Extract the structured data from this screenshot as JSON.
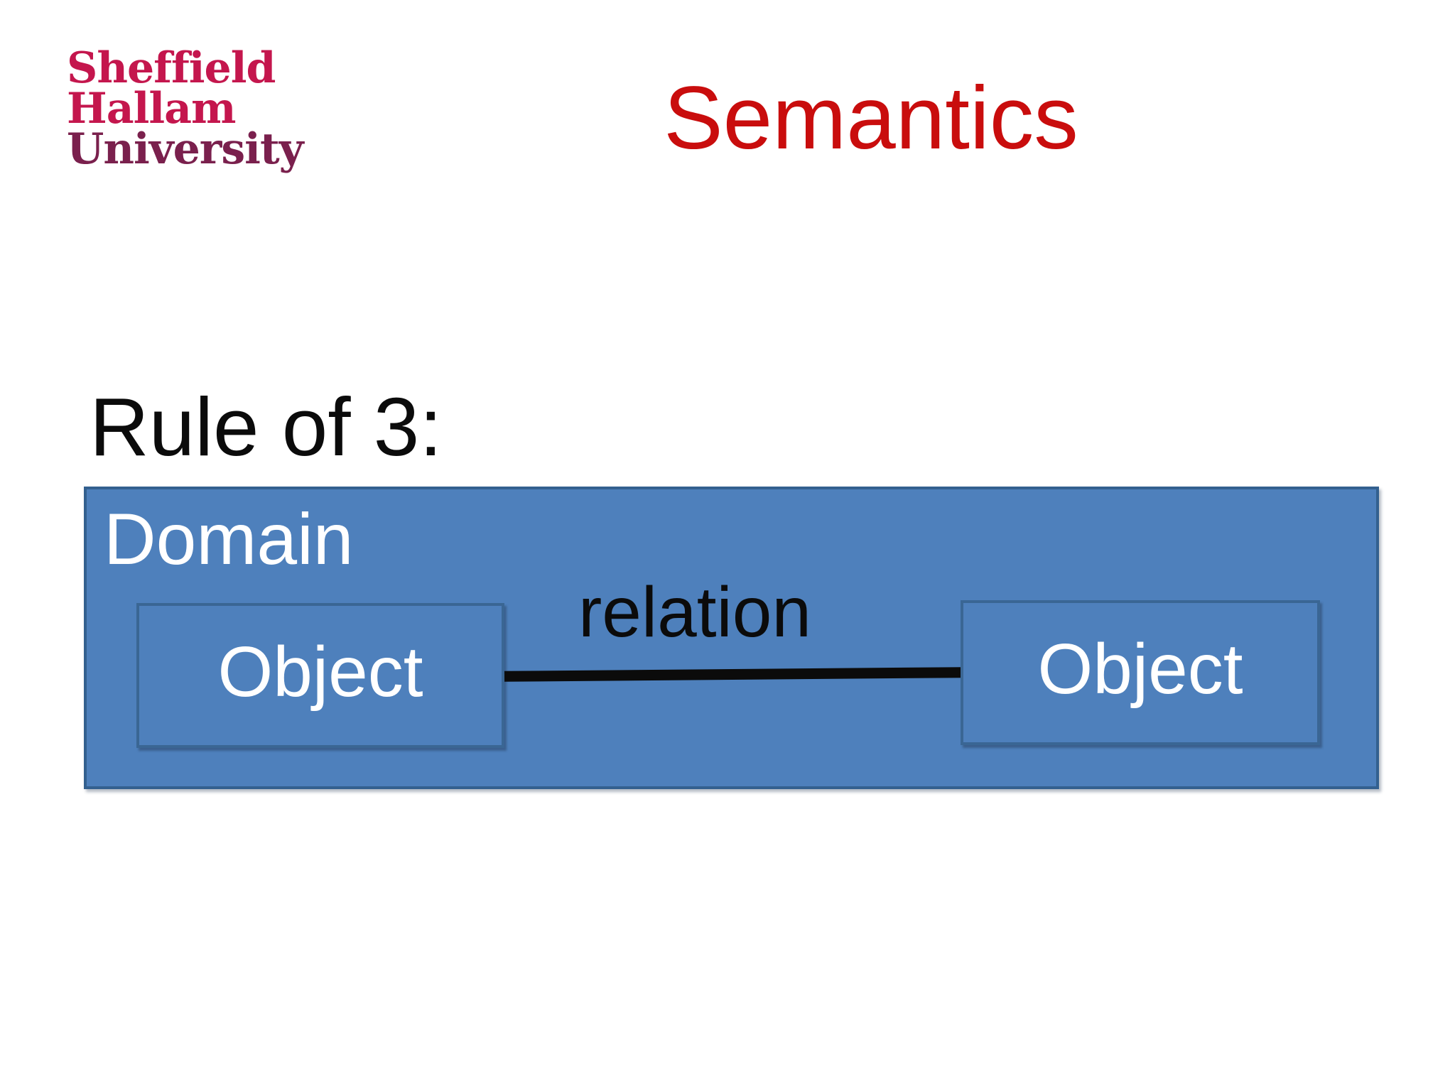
{
  "logo": {
    "lines": [
      {
        "text": "Sheffield",
        "color": "#C4164D"
      },
      {
        "text": "Hallam",
        "color": "#C4164D"
      },
      {
        "text": "University",
        "color": "#7A204D"
      }
    ]
  },
  "title": {
    "text": "Semantics",
    "color": "#C90D0D"
  },
  "content": {
    "heading": "Rule of 3:",
    "heading_color": "#0b0b0b"
  },
  "diagram": {
    "domain": {
      "label": "Domain",
      "fill": "#4E80BC",
      "border": "#33608F",
      "label_color": "#FFFFFF"
    },
    "objects": [
      {
        "label": "Object"
      },
      {
        "label": "Object"
      }
    ],
    "object_style": {
      "fill": "#4E80BC",
      "border": "#3A6694",
      "label_color": "#FFFFFF"
    },
    "relation": {
      "label": "relation",
      "label_color": "#0b0b0b",
      "line_color": "#0b0b0b"
    }
  }
}
